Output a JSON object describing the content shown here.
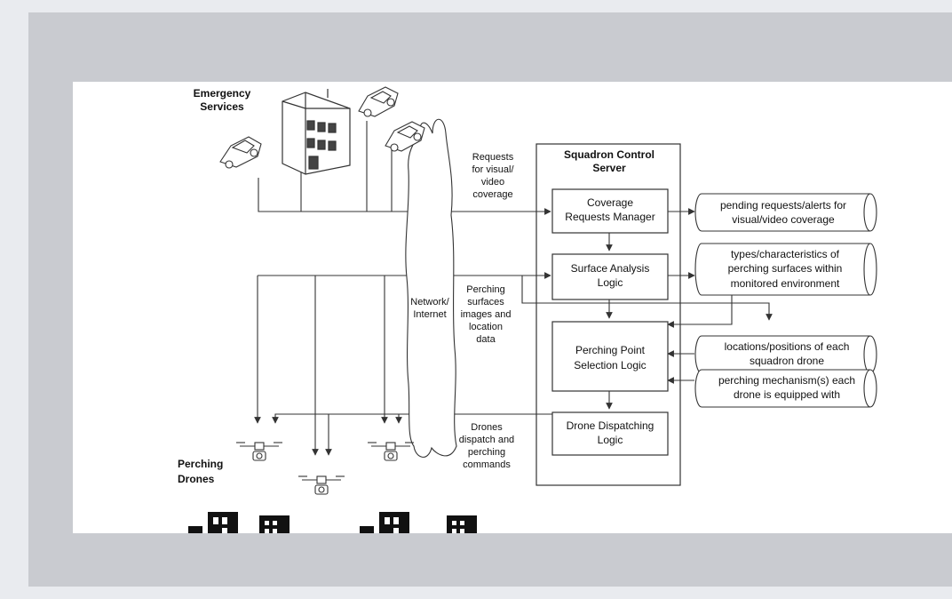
{
  "labels": {
    "emergency_services": [
      "Emergency",
      "Services"
    ],
    "perching_drones": [
      "Perching",
      "Drones"
    ],
    "network": [
      "Network/",
      "Internet"
    ],
    "requests": [
      "Requests",
      "for visual/",
      "video",
      "coverage"
    ],
    "surfaces": [
      "Perching",
      "surfaces",
      "images and",
      "location",
      "data"
    ],
    "dispatch": [
      "Drones",
      "dispatch and",
      "perching",
      "commands"
    ]
  },
  "server": {
    "title": [
      "Squadron Control",
      "Server"
    ],
    "modules": [
      [
        "Coverage",
        "Requests Manager"
      ],
      [
        "Surface Analysis",
        "Logic"
      ],
      [
        "Perching Point",
        "Selection Logic"
      ],
      [
        "Drone Dispatching",
        "Logic"
      ]
    ]
  },
  "stores": [
    [
      "pending requests/alerts for",
      "visual/video coverage"
    ],
    [
      "types/characteristics of",
      "perching surfaces within",
      "monitored environment"
    ],
    [
      "locations/positions of each",
      "squadron drone"
    ],
    [
      "perching mechanism(s) each",
      "drone is equipped with"
    ]
  ],
  "colors": {
    "page": "#e9ebef",
    "panel": "#c9cbd0",
    "sheet": "#ffffff",
    "ink": "#333333"
  }
}
